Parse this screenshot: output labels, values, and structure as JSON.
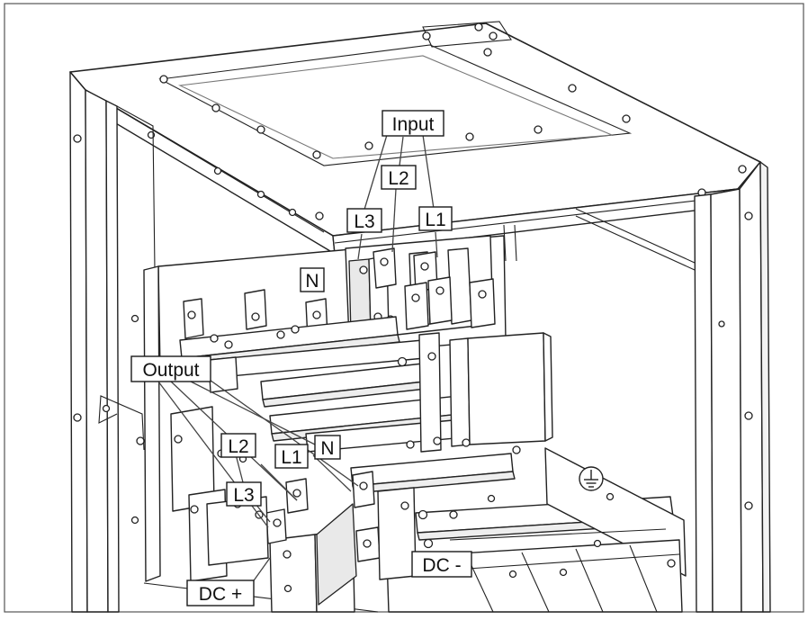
{
  "labels": {
    "input": "Input",
    "input_l1": "L1",
    "input_l2": "L2",
    "input_l3": "L3",
    "input_n": "N",
    "output": "Output",
    "output_l1": "L1",
    "output_l2": "L2",
    "output_l3": "L3",
    "output_n": "N",
    "dc_plus": "DC +",
    "dc_minus": "DC -"
  },
  "icons": {
    "ground": "protective-earth-symbol"
  }
}
